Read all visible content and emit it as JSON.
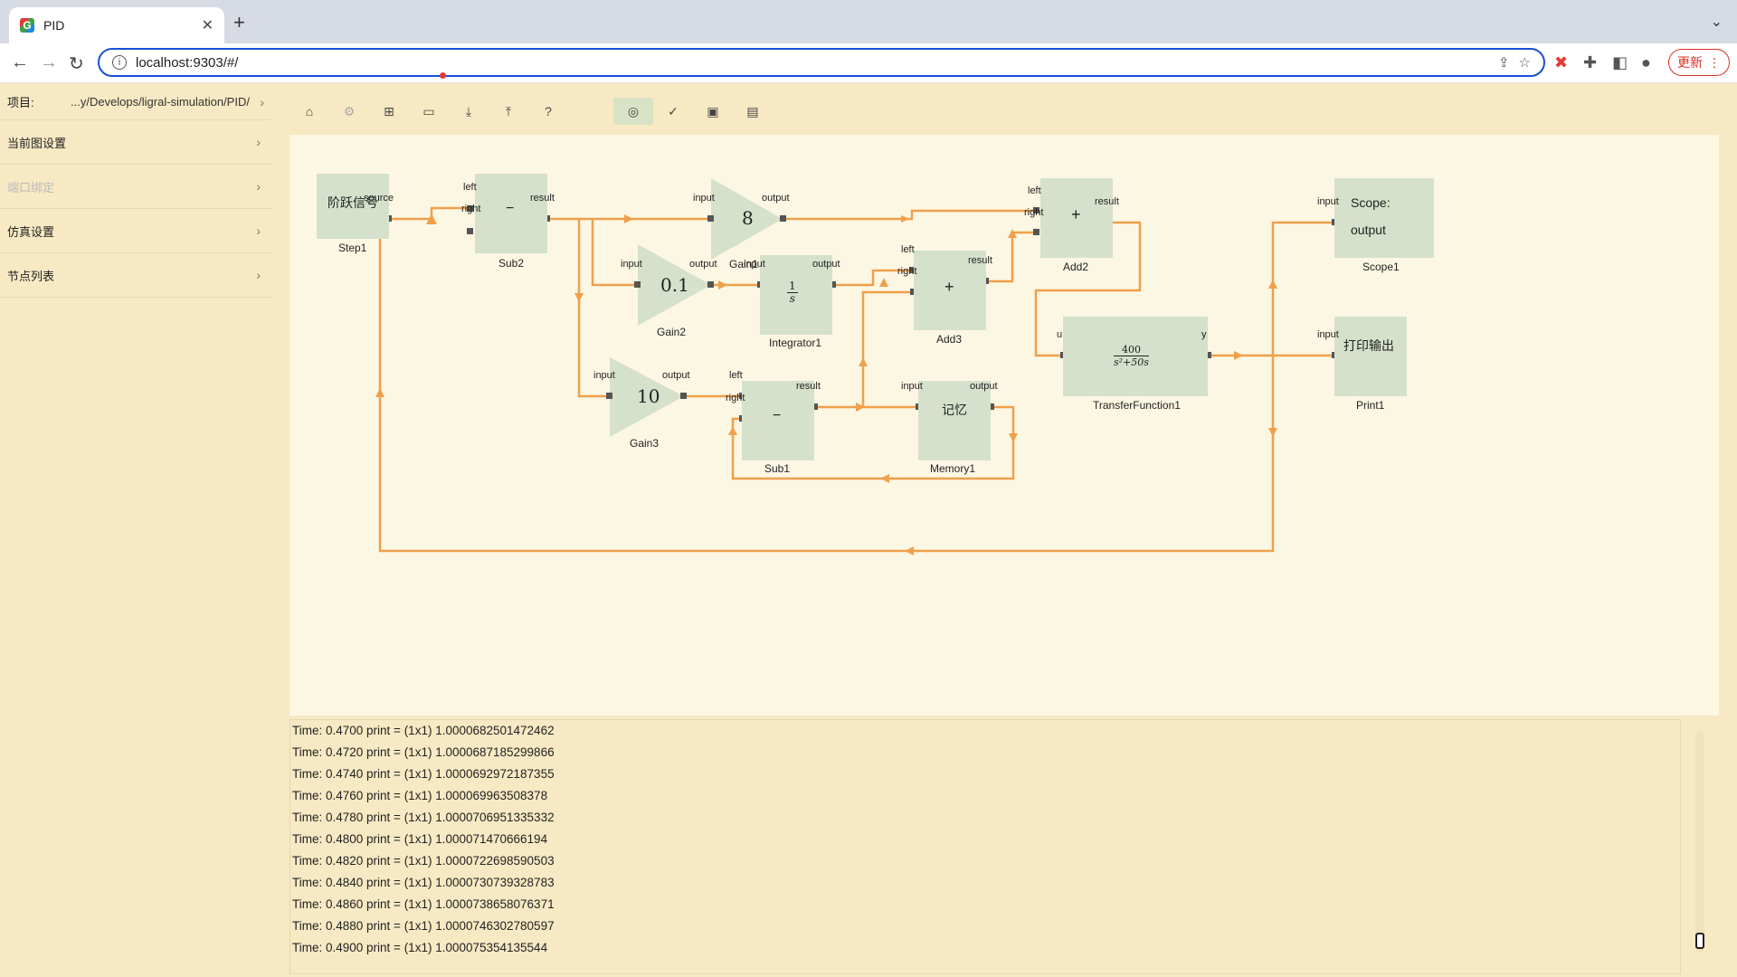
{
  "browser": {
    "tab_title": "PID",
    "url": "localhost:9303/#/",
    "update_label": "更新"
  },
  "sidebar": {
    "project_label": "项目:",
    "project_path": "...y/Develops/ligral-simulation/PID/",
    "items": [
      {
        "label": "当前图设置",
        "enabled": true
      },
      {
        "label": "端口绑定",
        "enabled": false
      },
      {
        "label": "仿真设置",
        "enabled": true
      },
      {
        "label": "节点列表",
        "enabled": true
      }
    ]
  },
  "toolbar": {
    "icons": [
      "home-icon",
      "settings-icon",
      "new-folder-icon",
      "open-folder-icon",
      "download-icon",
      "upload-icon",
      "help-icon",
      "run-icon",
      "check-icon",
      "chart-icon",
      "document-icon"
    ]
  },
  "diagram": {
    "step1": {
      "text": "阶跃信号",
      "port": "source",
      "label": "Step1"
    },
    "sub2": {
      "text": "−",
      "left": "left",
      "right": "right",
      "result": "result",
      "label": "Sub2"
    },
    "gain1": {
      "value": "8",
      "input": "input",
      "output": "output",
      "label": "Gain1"
    },
    "gain2": {
      "value": "0.1",
      "input": "input",
      "output": "output",
      "label": "Gain2"
    },
    "integrator1": {
      "num": "1",
      "den": "s",
      "input": "input",
      "output": "output",
      "label": "Integrator1"
    },
    "add3": {
      "text": "+",
      "left": "left",
      "right": "right",
      "result": "result",
      "label": "Add3"
    },
    "add2": {
      "text": "+",
      "left": "left",
      "right": "right",
      "result": "result",
      "label": "Add2"
    },
    "gain3": {
      "value": "10",
      "input": "input",
      "output": "output",
      "label": "Gain3"
    },
    "sub1": {
      "text": "−",
      "left": "left",
      "right": "right",
      "result": "result",
      "label": "Sub1"
    },
    "memory1": {
      "text": "记忆",
      "input": "input",
      "output": "output",
      "label": "Memory1"
    },
    "tf1": {
      "num": "400",
      "den": "s²+50s",
      "u": "u",
      "y": "y",
      "label": "TransferFunction1"
    },
    "scope1": {
      "line1": "Scope:",
      "line2": "output",
      "input": "input",
      "label": "Scope1"
    },
    "print1": {
      "text": "打印输出",
      "input": "input",
      "label": "Print1"
    }
  },
  "console": {
    "lines": [
      "Time: 0.4700 print = (1x1) 1.0000682501472462",
      "Time: 0.4720 print = (1x1) 1.0000687185299866",
      "Time: 0.4740 print = (1x1) 1.0000692972187355",
      "Time: 0.4760 print = (1x1) 1.000069963508378",
      "Time: 0.4780 print = (1x1) 1.0000706951335332",
      "Time: 0.4800 print = (1x1) 1.000071470666194",
      "Time: 0.4820 print = (1x1) 1.0000722698590503",
      "Time: 0.4840 print = (1x1) 1.0000730739328783",
      "Time: 0.4860 print = (1x1) 1.0000738658076371",
      "Time: 0.4880 print = (1x1) 1.0000746302780597",
      "Time: 0.4900 print = (1x1) 1.000075354135544"
    ]
  },
  "colors": {
    "wire": "#f0a04b",
    "block": "#d5e1cb",
    "canvas": "#fcf7e3",
    "app_bg": "#f7e9c3"
  }
}
